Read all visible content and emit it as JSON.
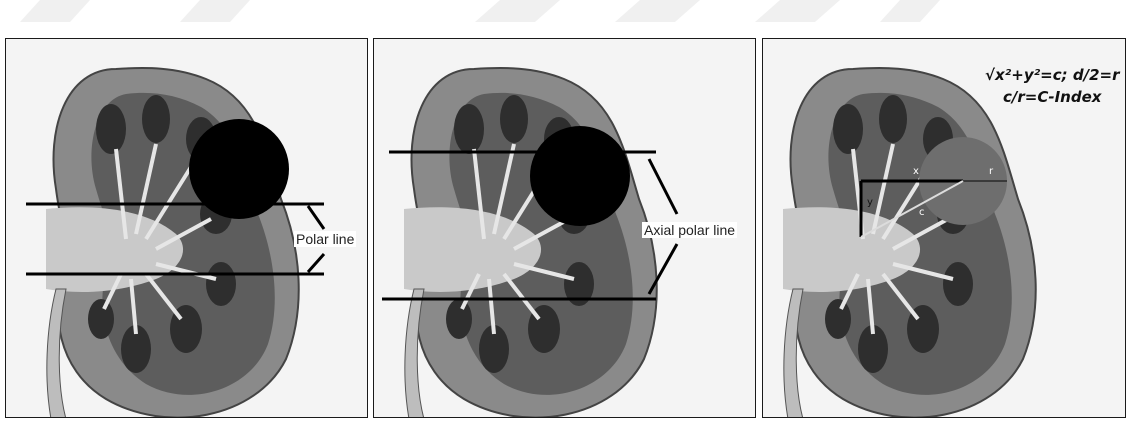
{
  "panels": [
    {
      "id": "polar-line-panel",
      "label": "Polar line"
    },
    {
      "id": "axial-polar-line-panel",
      "label": "Axial polar line"
    },
    {
      "id": "c-index-panel",
      "formula_line1": "√x²+y²=c; d/2=r",
      "formula_line2": "c/r=C-Index",
      "var_x": "x",
      "var_y": "y",
      "var_r": "r",
      "var_c": "c"
    }
  ],
  "colors": {
    "kidney": "#8a8a8a",
    "tumor_solid": "#000000",
    "tumor_grey": "#6e6e6e",
    "line": "#000000"
  }
}
